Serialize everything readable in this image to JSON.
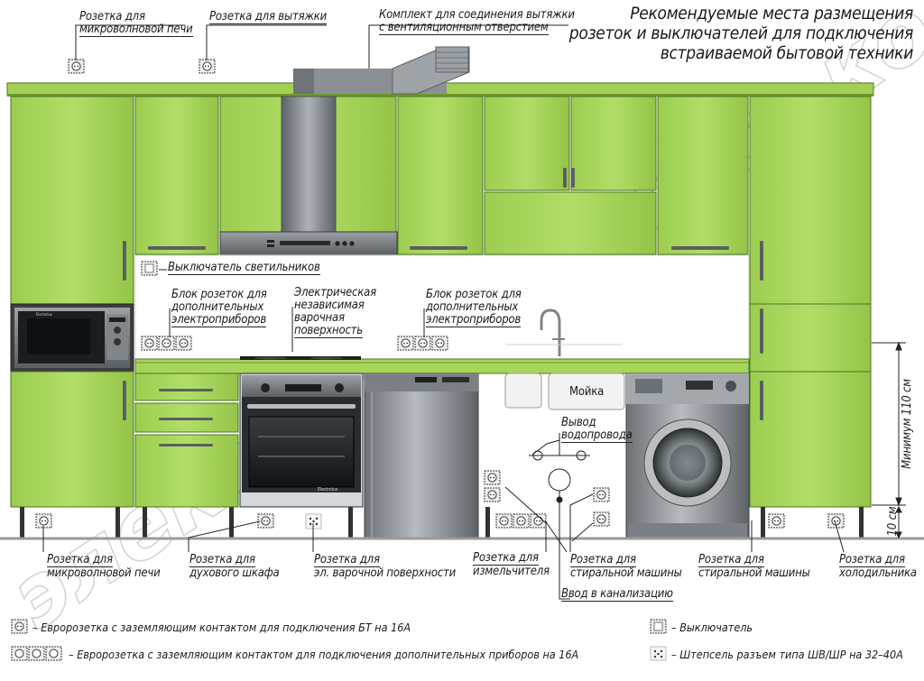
{
  "title": {
    "line1": "Рекомендуемые места размещения",
    "line2": "розеток и выключателей для подключения",
    "line3": "встраиваемой бытовой техники"
  },
  "watermark": "электромонтаж-ст.ко",
  "top_labels": {
    "microwave_line1": "Розетка для",
    "microwave_line2": "микроволновой печи",
    "hood": "Розетка для вытяжки",
    "vent_line1": "Комплект для соединения вытяжки",
    "vent_line2": "с вентиляционным отверстием"
  },
  "mid_labels": {
    "light_switch": "Выключатель светильников",
    "block_left_1": "Блок розеток для",
    "block_left_2": "дополнительных",
    "block_left_3": "электроприборов",
    "hob_1": "Электрическая",
    "hob_2": "независимая",
    "hob_3": "варочная",
    "hob_4": "поверхность",
    "block_right_1": "Блок розеток для",
    "block_right_2": "дополнительных",
    "block_right_3": "электроприборов",
    "sink": "Мойка",
    "water_1": "Вывод",
    "water_2": "водопровода",
    "min_height": "Минимум 110 см",
    "ten_cm": "10 см"
  },
  "bottom_labels": {
    "microwave_1": "Розетка для",
    "microwave_2": "микроволновой печи",
    "oven_1": "Розетка для",
    "oven_2": "духового шкафа",
    "hob_1": "Розетка для",
    "hob_2": "эл. варочной поверхности",
    "disposer_1": "Розетка для",
    "disposer_2": "измельчителя",
    "washer_a_1": "Розетка для",
    "washer_a_2": "стиральной машины",
    "washer_b_1": "Розетка для",
    "washer_b_2": "стиральной машины",
    "fridge_1": "Розетка для",
    "fridge_2": "холодильника",
    "sewer": "Ввод в канализацию"
  },
  "legend": {
    "euro_single": "– Евророзетка с заземляющим контактом для подключения БТ на 16А",
    "euro_block": "– Евророзетка с заземляющим контактом для подключения дополнительных приборов на 16А",
    "switch": "– Выключатель",
    "plug": "– Штепсель разъем типа ШВ/ШР на 32–40А"
  },
  "appliances": {
    "microwave_brand": "Electrolux",
    "oven_brand": "Electrolux"
  },
  "colors": {
    "cabinet": "#a6d55a",
    "cabinet_dark": "#6f9a2c",
    "cabinet_edge": "#4e7420",
    "steel": "#8d9296",
    "steel_dark": "#4f5458",
    "ink": "#1a1a1a"
  }
}
